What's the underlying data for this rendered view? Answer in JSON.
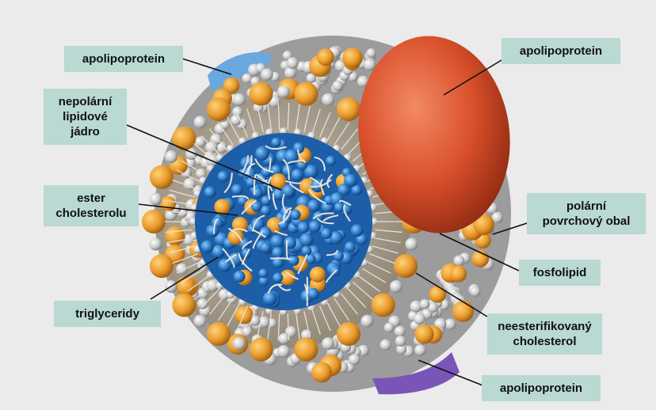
{
  "colors": {
    "background": "#ebebeb",
    "label_box": "#b9d9d2",
    "apolipoprotein_large": "#d9502b",
    "phospholipid_head": "#e89a2a",
    "small_head": "#c8c8c8",
    "core_droplet": "#2f7fc8",
    "shell": "#b5aa9a",
    "leader_line": "#111111"
  },
  "labels": {
    "apolipoprotein_top_left": "apolipoprotein",
    "apolipoprotein_top_right": "apolipoprotein",
    "nepolarni_core": [
      "nepolární",
      "lipidové",
      "jádro"
    ],
    "ester_cholesterolu": [
      "ester",
      "cholesterolu"
    ],
    "triglyceridy": "triglyceridy",
    "polarni_obal": [
      "polární",
      "povrchový obal"
    ],
    "fosfolipid": "fosfolipid",
    "neesterifikovany_cholesterol": [
      "neesterifikovaný",
      "cholesterol"
    ],
    "apolipoprotein_bottom": "apolipoprotein"
  }
}
